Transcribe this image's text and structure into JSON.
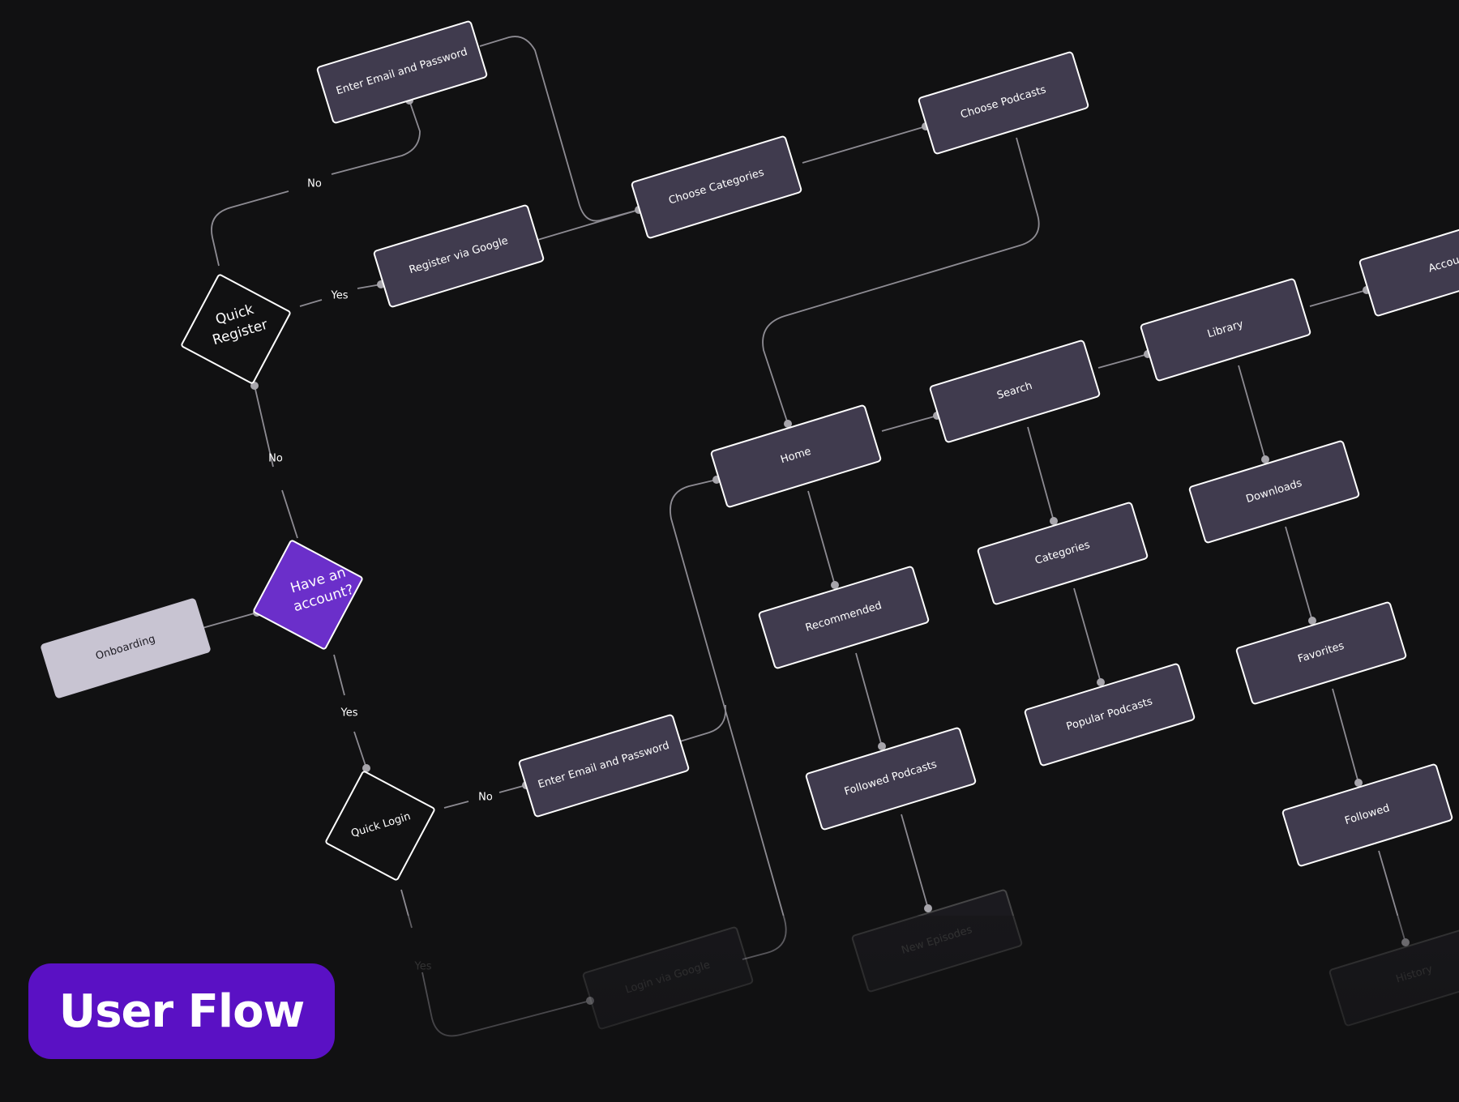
{
  "nodes": {
    "onboarding": "Onboarding",
    "enter_email_top": "Enter Email and Password",
    "register_google": "Register via Google",
    "choose_categories": "Choose Categories",
    "choose_podcasts": "Choose Podcasts",
    "home": "Home",
    "search": "Search",
    "library": "Library",
    "account": "Account",
    "recommended": "Recommended",
    "followed_podcasts": "Followed Podcasts",
    "new_episodes": "New Episodes",
    "categories": "Categories",
    "popular_podcasts": "Popular Podcasts",
    "downloads": "Downloads",
    "favorites": "Favorites",
    "followed": "Followed",
    "history": "History",
    "enter_email_bottom": "Enter Email and Password",
    "login_google": "Login via Google"
  },
  "decisions": {
    "have_account_line1": "Have an",
    "have_account_line2": "account?",
    "quick_register_line1": "Quick",
    "quick_register_line2": "Register",
    "quick_login": "Quick Login"
  },
  "edge_labels": {
    "qr_no": "No",
    "qr_yes": "Yes",
    "ha_no": "No",
    "ha_yes": "Yes",
    "ql_no": "No",
    "ql_yes": "Yes"
  },
  "badge": "User Flow",
  "colors": {
    "background": "#111112",
    "node_fill": "#403b4e",
    "node_light": "#c8c4d2",
    "decision_accent": "#6b2fca",
    "badge": "#5a11c4",
    "connector": "#8d8b92"
  }
}
